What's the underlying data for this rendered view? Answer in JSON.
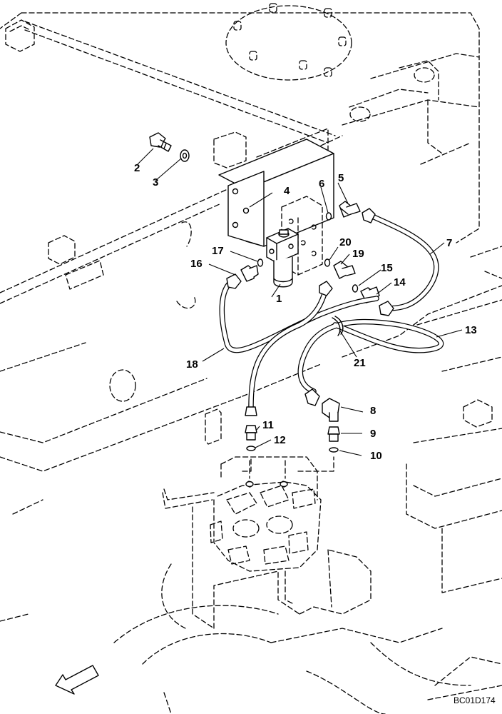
{
  "diagram": {
    "drawing_code": "BC01D174",
    "callouts": [
      {
        "label": "1"
      },
      {
        "label": "2"
      },
      {
        "label": "3"
      },
      {
        "label": "4"
      },
      {
        "label": "5"
      },
      {
        "label": "6"
      },
      {
        "label": "7"
      },
      {
        "label": "8"
      },
      {
        "label": "9"
      },
      {
        "label": "10"
      },
      {
        "label": "11"
      },
      {
        "label": "12"
      },
      {
        "label": "13"
      },
      {
        "label": "14"
      },
      {
        "label": "15"
      },
      {
        "label": "16"
      },
      {
        "label": "17"
      },
      {
        "label": "18"
      },
      {
        "label": "19"
      },
      {
        "label": "20"
      },
      {
        "label": "21"
      }
    ]
  }
}
